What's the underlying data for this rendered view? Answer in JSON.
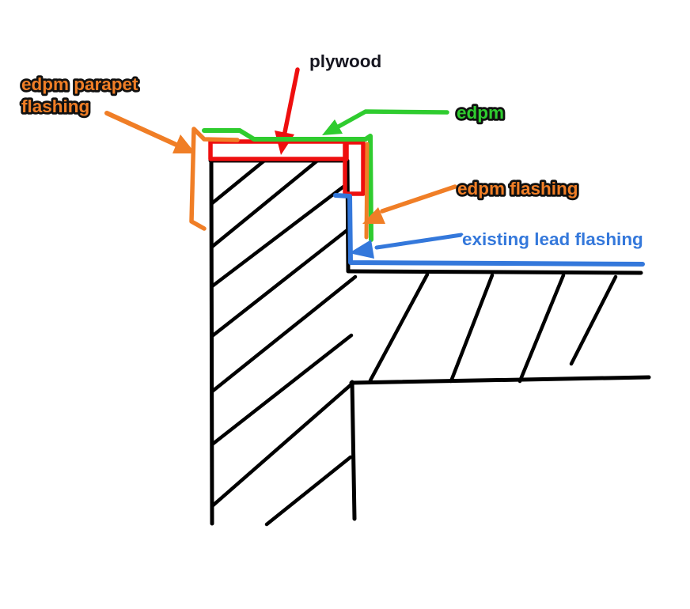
{
  "diagram": {
    "labels": {
      "parapet_flashing": {
        "line1": "edpm parapet",
        "line2": "flashing"
      },
      "plywood": {
        "text": "plywood"
      },
      "edpm": {
        "text": "edpm"
      },
      "edpm_flashing": {
        "text": "edpm flashing"
      },
      "lead_flashing": {
        "text": "existing lead flashing"
      }
    },
    "colors": {
      "orange": "#F07E26",
      "green": "#2FCC2F",
      "blue": "#3478DB",
      "red": "#EE0F0F",
      "ink": "#15151F",
      "black": "#000000"
    }
  }
}
